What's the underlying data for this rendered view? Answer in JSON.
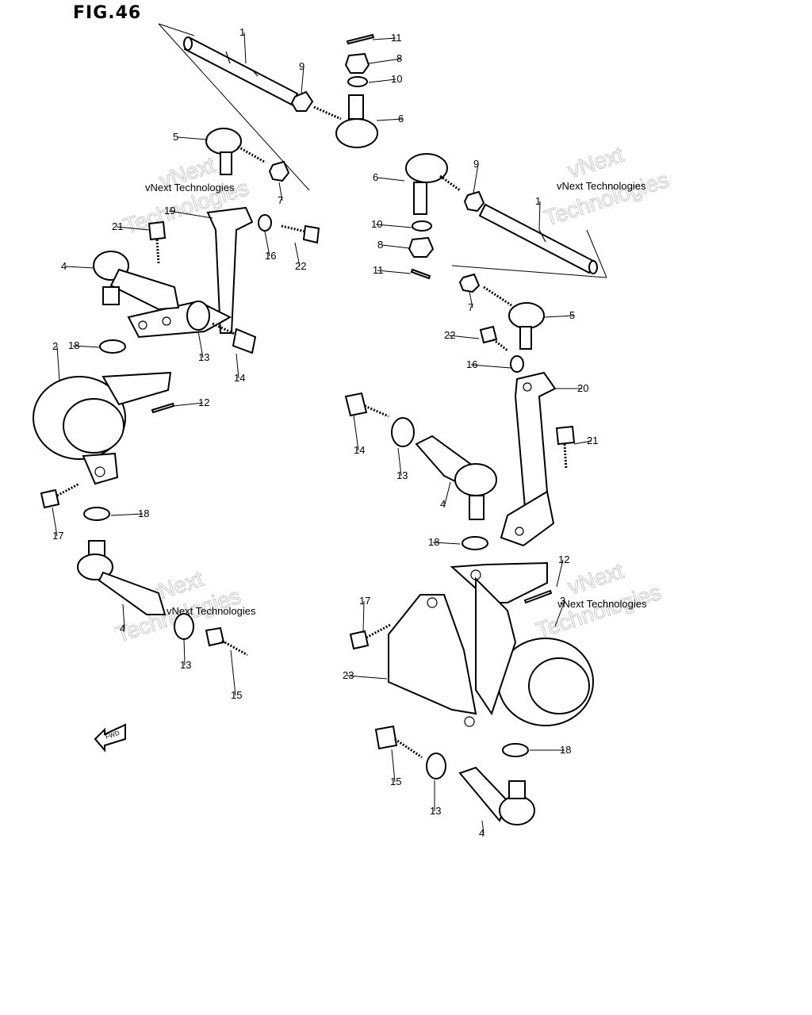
{
  "figure": {
    "title": "FIG.46",
    "fwd_label": "FWD"
  },
  "watermark": {
    "line1": "vNext Technologies",
    "line2": "vNext",
    "line3": "Technologies"
  },
  "callouts": [
    {
      "n": "1"
    },
    {
      "n": "11"
    },
    {
      "n": "8"
    },
    {
      "n": "9"
    },
    {
      "n": "10"
    },
    {
      "n": "6"
    },
    {
      "n": "5"
    },
    {
      "n": "7"
    },
    {
      "n": "19"
    },
    {
      "n": "21"
    },
    {
      "n": "16"
    },
    {
      "n": "22"
    },
    {
      "n": "4"
    },
    {
      "n": "18"
    },
    {
      "n": "13"
    },
    {
      "n": "14"
    },
    {
      "n": "2"
    },
    {
      "n": "12"
    },
    {
      "n": "17"
    },
    {
      "n": "18"
    },
    {
      "n": "4"
    },
    {
      "n": "13"
    },
    {
      "n": "15"
    },
    {
      "n": "6"
    },
    {
      "n": "9"
    },
    {
      "n": "1"
    },
    {
      "n": "10"
    },
    {
      "n": "8"
    },
    {
      "n": "11"
    },
    {
      "n": "7"
    },
    {
      "n": "5"
    },
    {
      "n": "22"
    },
    {
      "n": "16"
    },
    {
      "n": "20"
    },
    {
      "n": "14"
    },
    {
      "n": "13"
    },
    {
      "n": "4"
    },
    {
      "n": "21"
    },
    {
      "n": "18"
    },
    {
      "n": "12"
    },
    {
      "n": "3"
    },
    {
      "n": "17"
    },
    {
      "n": "23"
    },
    {
      "n": "18"
    },
    {
      "n": "15"
    },
    {
      "n": "13"
    },
    {
      "n": "4"
    }
  ]
}
